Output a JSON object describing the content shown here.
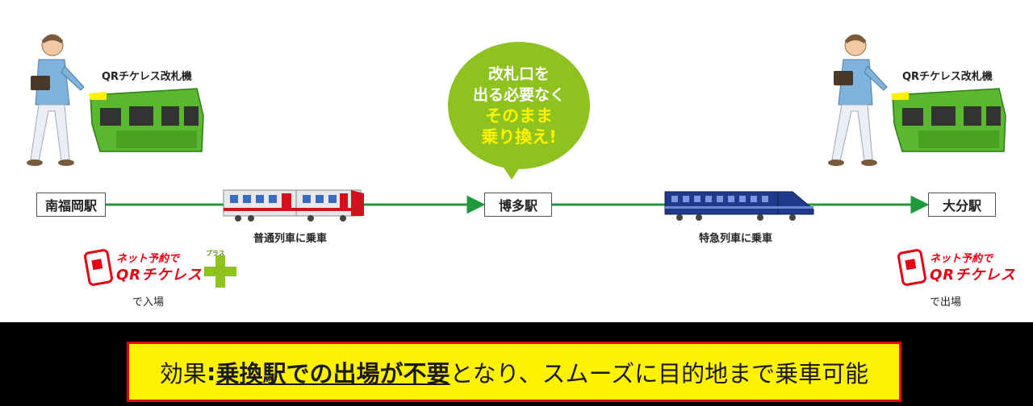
{
  "stations": {
    "origin": "南福岡駅",
    "transfer": "博多駅",
    "destination": "大分駅"
  },
  "gates": {
    "left_label": "QRチケレス改札機",
    "right_label": "QRチケレス改札機"
  },
  "trains": {
    "local_label": "普通列車に乗車",
    "express_label": "特急列車に乗車"
  },
  "bubble": {
    "line1": "改札口を",
    "line2": "出る必要なく",
    "line3": "そのまま",
    "line4": "乗り換え!"
  },
  "logos": {
    "entry_line1": "ネット予約で",
    "entry_line2": "QRチケレス",
    "entry_plus": "プラス",
    "exit_line1": "ネット予約で",
    "exit_line2": "QRチケレス"
  },
  "actions": {
    "entry": "で入場",
    "exit": "で出場"
  },
  "footer": {
    "prefix": "効果",
    "colon": ":",
    "emphasis": "乗換駅での出場が不要",
    "rest": "となり、スムーズに目的地まで乗車可能"
  },
  "colors": {
    "route_line": "#1f9a3a",
    "gate_green": "#5ab82e",
    "bubble": "#8dc21f",
    "highlight_yellow": "#fff200",
    "logo_red": "#e60012",
    "local_train_red": "#d0121b",
    "express_train_blue": "#1e3a8a"
  }
}
